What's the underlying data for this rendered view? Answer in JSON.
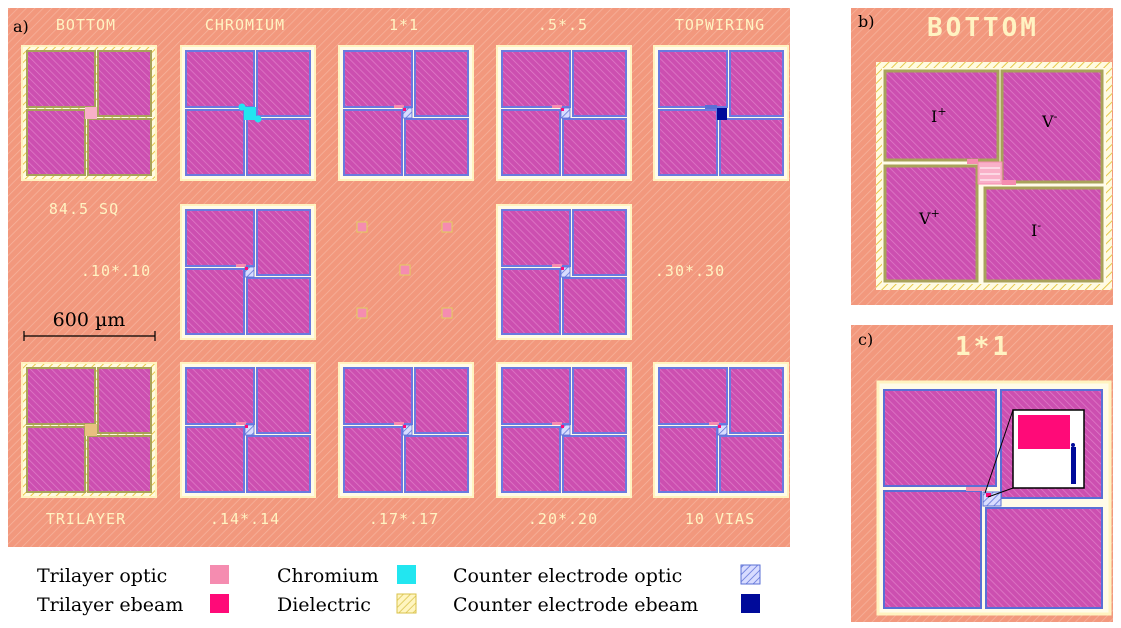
{
  "panels": {
    "a": {
      "label": "a)",
      "chip_labels_top": [
        "BOTTOM",
        "CHROMIUM",
        "1*1",
        ".5*.5",
        "TOPWIRING"
      ],
      "chip_labels_bottom": [
        "TRILAYER",
        ".14*.14",
        ".17*.17",
        ".20*.20",
        "10 VIAS"
      ],
      "side_labels": {
        "sq": "84.5 SQ",
        "left": ".10*.10",
        "right": ".30*.30"
      },
      "scale_bar": "600 µm"
    },
    "b": {
      "label": "b)",
      "title": "BOTTOM",
      "pins": {
        "i_plus": "I",
        "i_plus_sup": "+",
        "v_minus": "V",
        "v_minus_sup": "-",
        "v_plus": "V",
        "v_plus_sup": "+",
        "i_minus": "I",
        "i_minus_sup": "-"
      }
    },
    "c": {
      "label": "c)",
      "title": "1*1"
    }
  },
  "legend": [
    {
      "label": "Trilayer optic",
      "color": "#f58cb0",
      "pattern": "solid"
    },
    {
      "label": "Chromium",
      "color": "#22e6f0",
      "pattern": "solid"
    },
    {
      "label": "Counter electrode optic",
      "color": "#5a6fd6",
      "pattern": "hatch"
    },
    {
      "label": "Trilayer ebeam",
      "color": "#ff0a78",
      "pattern": "solid"
    },
    {
      "label": "Dielectric",
      "color": "#e0d060",
      "pattern": "hatch"
    },
    {
      "label": "Counter electrode ebeam",
      "color": "#000a9a",
      "pattern": "solid"
    }
  ],
  "colors": {
    "background": "#f2987d",
    "pad_fill": "#d255b4",
    "frame": "#fff8c8",
    "ce_border": "#aab0ff"
  }
}
